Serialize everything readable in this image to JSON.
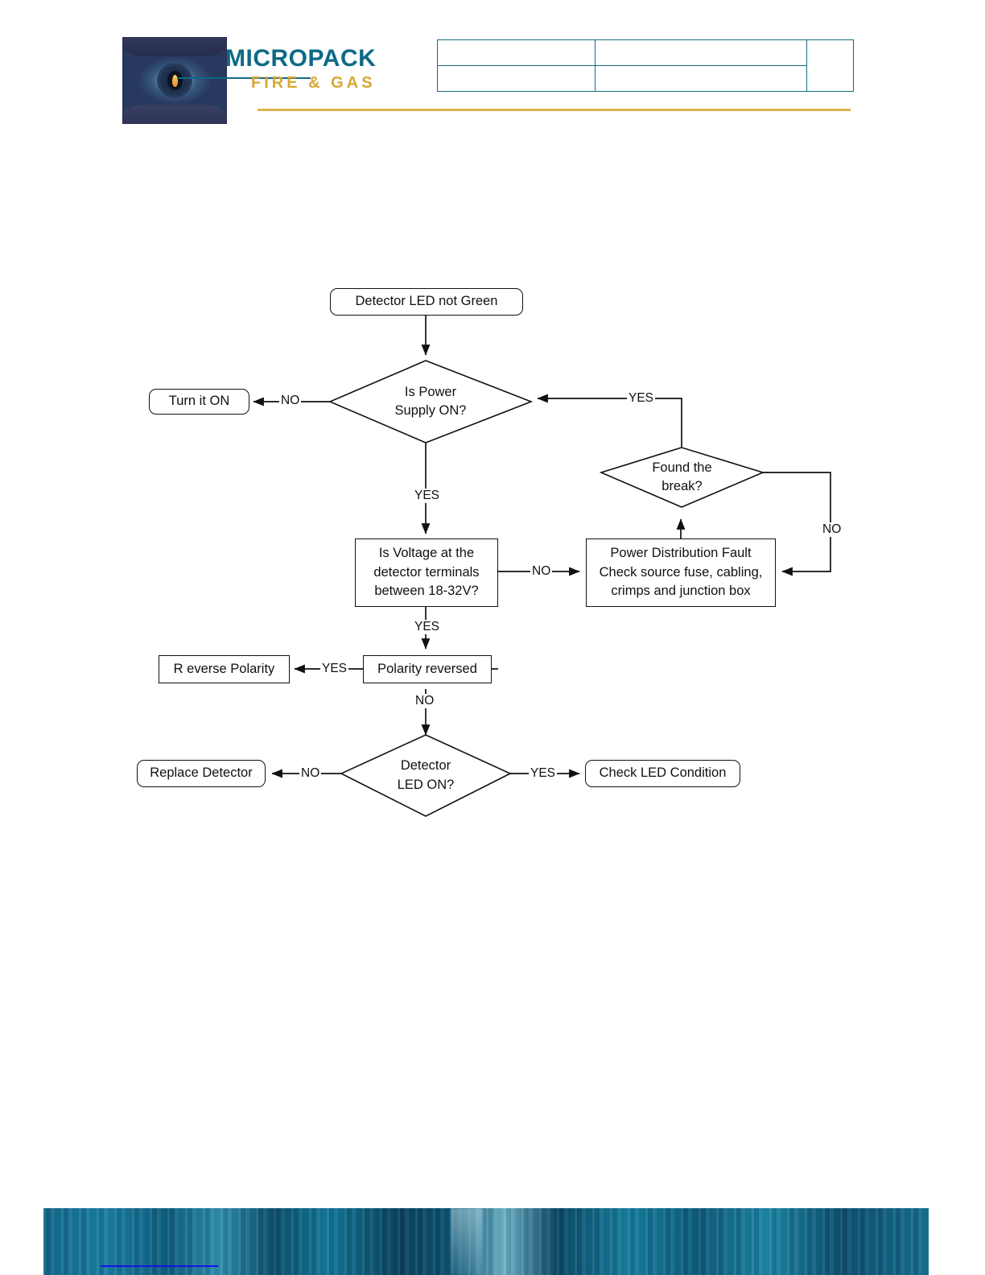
{
  "header": {
    "logo": {
      "brand": "MICROPACK",
      "tagline": "FIRE & GAS",
      "eye_icon": "eye-logo-icon"
    },
    "table": {
      "rows": [
        [
          "",
          "",
          ""
        ],
        [
          "",
          "",
          ""
        ]
      ]
    }
  },
  "flowchart": {
    "title": "Detector LED not Green troubleshooting",
    "nodes": {
      "start": "Detector LED not Green",
      "power_supply": "Is Power\nSupply ON?",
      "turn_on": "Turn it ON",
      "found_break": "Found the\nbreak?",
      "voltage": "Is Voltage at the\ndetector terminals\nbetween 18-32V?",
      "power_fault": "Power Distribution Fault\nCheck source fuse, cabling,\ncrimps and junction box",
      "polarity_reversed": "Polarity reversed",
      "reverse_polarity": "R everse Polarity",
      "detector_led_on": "Detector\nLED ON?",
      "replace_detector": "Replace Detector",
      "check_led": "Check LED Condition"
    },
    "edge_labels": {
      "power_no": "NO",
      "power_yes_right": "YES",
      "power_yes_down": "YES",
      "found_break_no": "NO",
      "voltage_no": "NO",
      "voltage_yes": "YES",
      "polarity_yes": "YES",
      "polarity_no": "NO",
      "led_no": "NO",
      "led_yes": "YES"
    }
  },
  "footer": {
    "banner_alt": "blue-water-banner-image",
    "link_underline": "footer-link-underline"
  },
  "colors": {
    "brand_teal": "#0d6a86",
    "brand_gold": "#d9a733",
    "rule_gold": "#dfb349",
    "table_border": "#17697f",
    "flow_stroke": "#111111",
    "banner_blue": "#0d5876",
    "footer_link": "#1713e8"
  }
}
